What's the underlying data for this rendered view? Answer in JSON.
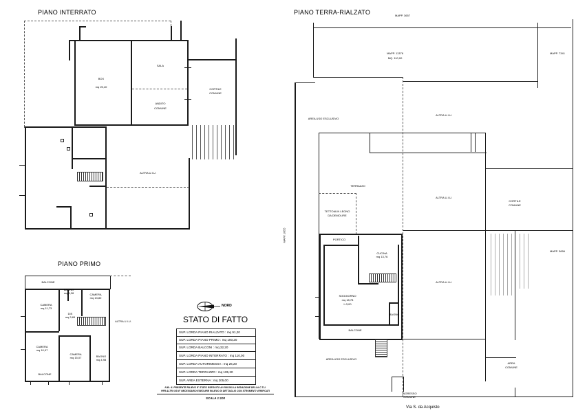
{
  "titles": {
    "basement": "PIANO INTERRATO",
    "ground": "PIANO TERRA-RIALZATO",
    "first": "PIANO PRIMO"
  },
  "basement": {
    "box": "BOX",
    "box_area": "mq 25,40",
    "sala": "SALA",
    "andito": "ANDITO",
    "comune": "COMUNE",
    "cortile": "CORTILE",
    "cortile2": "COMUNE",
    "altra": "ALTRA U.I.U."
  },
  "ground": {
    "mapp_top": "MAPP. 3657",
    "mapp_center": "MAPP. 11376",
    "mq_center": "MQ. 110,00",
    "mapp_right": "MAPP. 7341",
    "area_uso_top": "AREA USO ESCLUSIVO",
    "altra1": "ALTRA U.I.U.",
    "altra2": "ALTRA U.I.U.",
    "altra3": "ALTRA U.I.U.",
    "terrazzo": "TERRAZZO",
    "tettoia": "TETTOIA IN LEGNO",
    "demolire": "DA DEMOLIRE",
    "cortile": "CORTILE",
    "cortile2": "COMUNE",
    "mapp_side": "MAPP. 3656",
    "mapp_left": "MAPP. 3655",
    "portico": "PORTICO",
    "cucina": "CUCINA",
    "cucina_area": "mq 13,76",
    "soggiorno": "SOGGIORNO",
    "soggiorno_area": "mq 18,78",
    "soggiorno_h": "h 3,00",
    "bagno": "BAGNO",
    "balcone": "BALCONE",
    "area_uso_bottom": "AREA USO ESCLUSIVO",
    "area_comune": "AREA",
    "area_comune2": "COMUNE",
    "ingresso": "INGRESSO",
    "ingresso2": "COMUNE",
    "street": "Via S. da Acquisto"
  },
  "first": {
    "balcone_top": "BALCONE",
    "bagno1": "BAGNO",
    "bagno1_area": "mq 5,28",
    "camera1": "CAMERA",
    "camera1_area": "mq 11,73",
    "camera2": "CAMERA",
    "camera2_area": "mq 13,80",
    "dis": "DIS",
    "dis_area": "mq 3,65",
    "altra": "ALTRA U.I.U.",
    "camera3": "CAMERA",
    "camera3_area": "mq 10,97",
    "camera4": "CAMERA",
    "camera4_area": "mq 15,07",
    "bagno2": "BAGNO",
    "bagno2_area": "mq 4,98",
    "balcone_bottom": "BALCONE"
  },
  "legend": {
    "nord": "NORD",
    "stato": "STATO DI FATTO",
    "rows": [
      "SUP. LORDA PIANO RIALZATO : mq 91,20",
      "SUP. LORDA PIANO PRIMO : mq 100,20",
      "SUP. LORDA BALCONI : mq 32,20",
      "SUP. LORDA PIANO INTERRATO : mq 110,00",
      "SUP. LORDA AUTORIMESSA : mq 26,20",
      "SUP. LORDA TERRAZZO : mq 105,20",
      "SUP. AREA ESTERNA : mq 205,00"
    ],
    "note1": "N.B.: IL PRESENTE RILIEVO E' STATO ESEGUITO AI FINI DELLA REDAZIONE DELLA C.T.U.",
    "note2": "PER ALTRI USI E' NECESSARIO ESEGUIRE RILIEVO DI DETTAGLIO CON STRUMENTI VERIFICATI",
    "scale": "SCALA 1:100"
  }
}
